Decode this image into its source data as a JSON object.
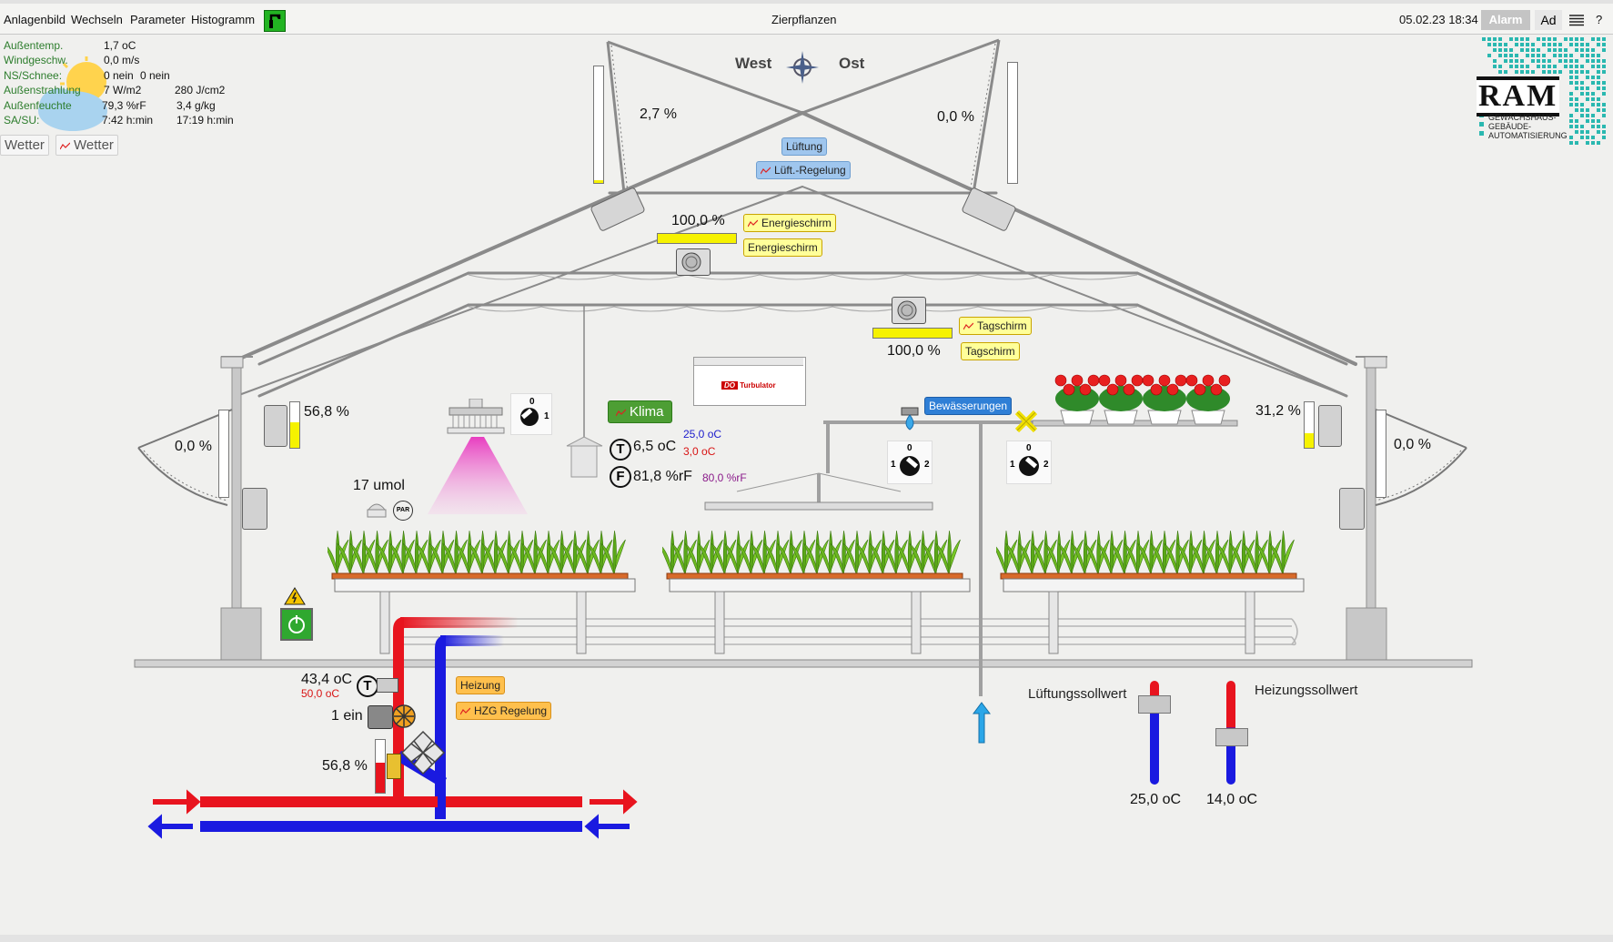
{
  "menu": {
    "items": [
      "Anlagenbild",
      "Wechseln",
      "Parameter",
      "Histogramm"
    ],
    "title": "Zierpflanzen",
    "datetime": "05.02.23 18:34",
    "alarm": "Alarm",
    "user": "Ad",
    "help": "?"
  },
  "weather": {
    "rows": [
      {
        "label": "Außentemp.",
        "v1": "1,7 oC",
        "v2": ""
      },
      {
        "label": "Windgeschw.",
        "v1": "0,0 m/s",
        "v2": ""
      },
      {
        "label": "NS/Schnee:",
        "v1": "0 nein",
        "v2": "0 nein"
      },
      {
        "label": "Außenstrahlung",
        "v1": "7 W/m2",
        "v2": "280 J/cm2"
      },
      {
        "label": "Außenfeuchte",
        "v1": "79,3 %rF",
        "v2": "3,4 g/kg"
      },
      {
        "label": "SA/SU:",
        "v1": "7:42 h:min",
        "v2": "17:19 h:min"
      }
    ],
    "btn1": "Wetter",
    "btn2": "Wetter"
  },
  "logo": {
    "name": "RAM",
    "lines": [
      "GEWÄCHSHAUS-",
      "GEBÄUDE-",
      "AUTOMATISIERUNG"
    ]
  },
  "compass": {
    "west": "West",
    "east": "Ost"
  },
  "ventilation": {
    "left_pct": "2,7 %",
    "right_pct": "0,0 %",
    "tag1": "Lüftung",
    "tag2": "Lüft.-Regelung",
    "side_left_pct": "0,0 %",
    "side_right_pct": "0,0 %"
  },
  "energy_screen": {
    "pct": "100,0 %",
    "tag1": "Energieschirm",
    "tag2": "Energieschirm",
    "level": 1.0
  },
  "day_screen": {
    "pct": "100,0 %",
    "tag1": "Tagschirm",
    "tag2": "Tagschirm",
    "level": 1.0
  },
  "side_left": {
    "pct": "56,8 %",
    "level": 0.568
  },
  "side_right": {
    "pct": "31,2 %",
    "level": 0.312
  },
  "lighting": {
    "par": "17 umol",
    "par_label": "PAR",
    "switch0": "0",
    "switch1": "1"
  },
  "climate": {
    "tag": "Klima",
    "temp_sym": "T",
    "temp": "6,5 oC",
    "temp_sp_high": "25,0 oC",
    "temp_sp_low": "3,0 oC",
    "hum_sym": "F",
    "hum": "81,8 %rF",
    "hum_sp": "80,0 %rF"
  },
  "turbulator": {
    "brand": "Turbulator"
  },
  "irrigation": {
    "tag": "Bewässerungen",
    "sw1": [
      "0",
      "1",
      "2"
    ],
    "sw2": [
      "0",
      "1",
      "2"
    ]
  },
  "heating": {
    "temp_sym": "T",
    "temp": "43,4 oC",
    "temp_sp": "50,0 oC",
    "pump": "1 ein",
    "valve_pct": "56,8 %",
    "valve_level": 0.568,
    "tag1": "Heizung",
    "tag2": "HZG Regelung"
  },
  "setpoints": {
    "vent_label": "Lüftungssollwert",
    "vent_value": "25,0 oC",
    "heat_label": "Heizungssollwert",
    "heat_value": "14,0 oC"
  },
  "colors": {
    "hot": "#e8141e",
    "cold": "#1a1ae0",
    "screen": "#f6f200",
    "accent": "#2f7fd6"
  }
}
